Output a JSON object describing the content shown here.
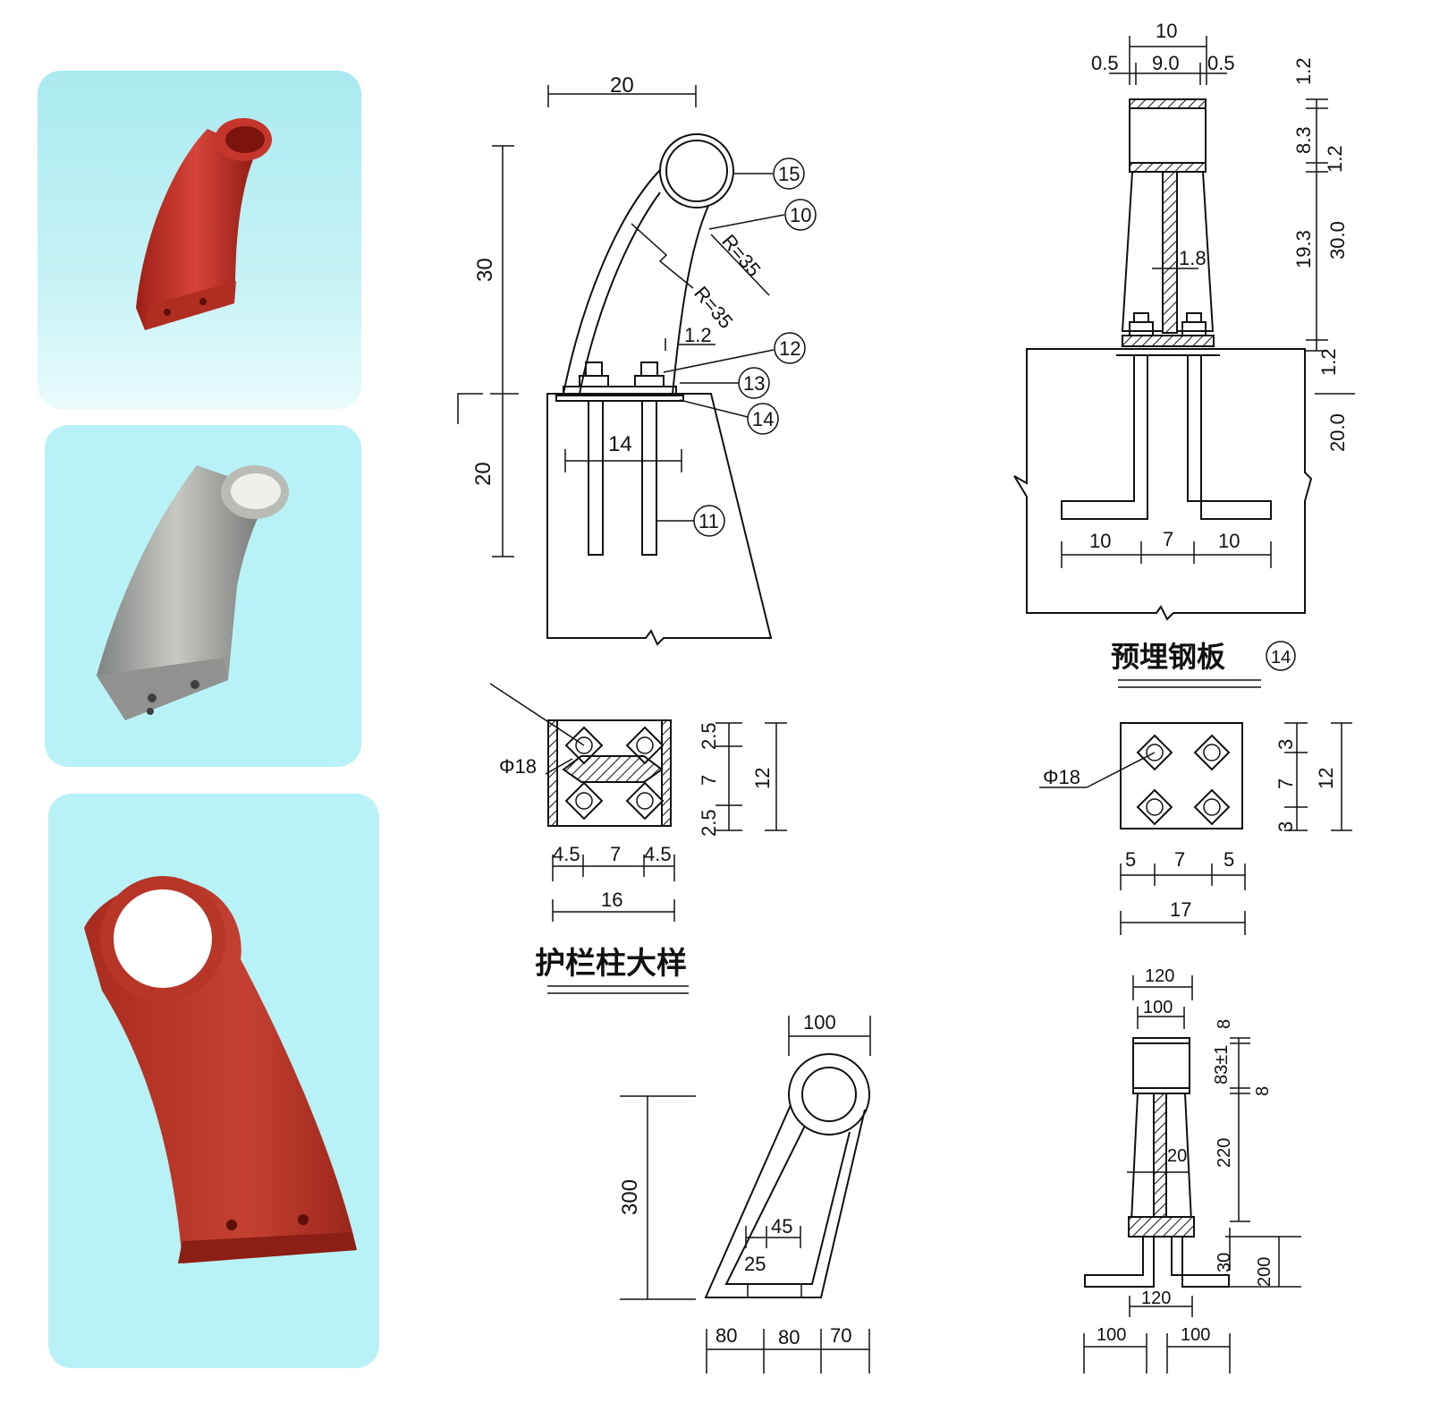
{
  "photos": [
    {
      "name": "red-cast-bracket-photo",
      "color": "#c83a2e"
    },
    {
      "name": "galvanized-bracket-photo",
      "color": "#a8aaa6"
    },
    {
      "name": "red-bracket-closeup-photo",
      "color": "#b8392d"
    }
  ],
  "side_view": {
    "caption": "护栏柱大样",
    "dims": {
      "top_width": "20",
      "post_height": "30",
      "embed_depth": "20",
      "bolt_spacing": "14",
      "wall": "1.2",
      "radius_outer": "R=35",
      "radius_inner": "R=35"
    },
    "part_numbers": [
      "15",
      "10",
      "12",
      "13",
      "14",
      "11"
    ]
  },
  "base_plan": {
    "hole_label": "Φ18",
    "dims_h": [
      "4.5",
      "7",
      "4.5"
    ],
    "total_w": "16",
    "dims_v": [
      "2.5",
      "7",
      "2.5"
    ],
    "total_h": "12"
  },
  "front_view": {
    "caption": "预埋钢板",
    "caption_circle": "14",
    "dims": {
      "top": "10",
      "inner": "9.0",
      "left_gap": "0.5",
      "right_gap": "0.5",
      "web": "1.8",
      "right_chain": [
        "1.2",
        "8.3",
        "1.2",
        "19.3",
        "1.2"
      ],
      "right_total": "30.0",
      "embed": "20.0",
      "bottom": [
        "10",
        "7",
        "10"
      ]
    }
  },
  "plate_plan": {
    "hole_label": "Φ18",
    "dims_h": [
      "5",
      "7",
      "5"
    ],
    "total_w": "17",
    "dims_v": [
      "3",
      "7",
      "3"
    ],
    "total_h": "12"
  },
  "mm_side": {
    "top": "100",
    "height": "300",
    "web_a": "45",
    "web_b": "25",
    "bottom": [
      "80",
      "80",
      "70"
    ]
  },
  "mm_front": {
    "top_outer": "120",
    "top_inner": "100",
    "chain": [
      "8",
      "83±1",
      "8",
      "220"
    ],
    "web": "20",
    "base_a": "30",
    "embed": "200",
    "bolt_gap": "120",
    "bottom": [
      "100",
      "100"
    ]
  }
}
